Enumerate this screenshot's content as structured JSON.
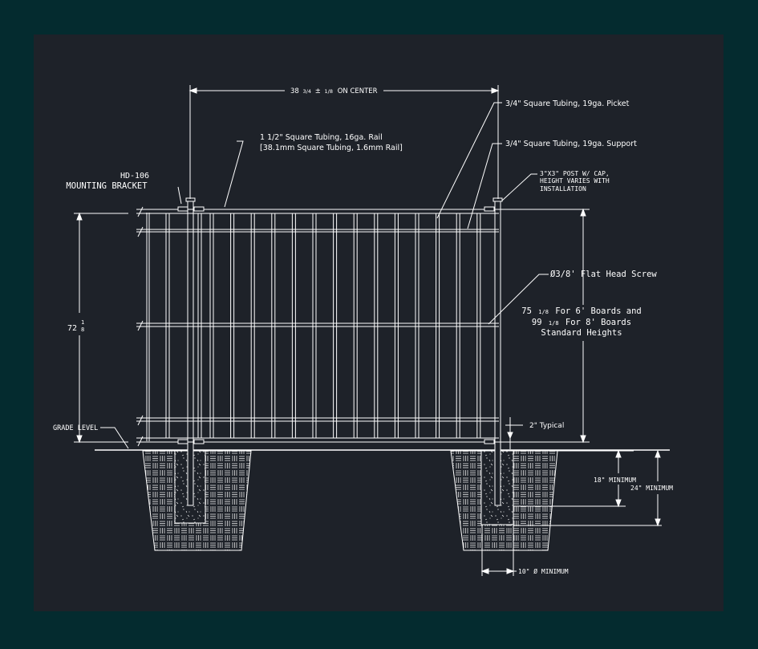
{
  "colors": {
    "frame": "#042b2f",
    "canvas": "#1e2229",
    "line": "#ffffff"
  },
  "labels": {
    "on_center": {
      "main": "38",
      "frac": "3/4",
      "mid": "±",
      "tol": "1/8",
      "tail": "ON CENTER"
    },
    "picket": "3/4\" Square Tubing, 19ga. Picket",
    "rail_line1": "1 1/2\" Square Tubing, 16ga. Rail",
    "rail_line2": "[38.1mm Square Tubing, 1.6mm Rail]",
    "support": "3/4\" Square Tubing, 19ga. Support",
    "bracket_line1": "HD-106",
    "bracket_line2": "MOUNTING BRACKET",
    "post_line1": "3\"X3\" POST W/ CAP,",
    "post_line2": "HEIGHT VARIES WITH",
    "post_line3": "INSTALLATION",
    "screw": "Ø3/8' Flat Head Screw",
    "height": {
      "main": "72",
      "num": "1",
      "den": "8"
    },
    "boards": {
      "line1_a": "75",
      "line1_frac": "1/8",
      "line1_b": "For 6' Boards and",
      "line2_a": "99",
      "line2_frac": "1/8",
      "line2_b": "For 8' Boards",
      "line3": "Standard Heights"
    },
    "grade": "GRADE LEVEL",
    "typical": "2\" Typical",
    "min18": "18\" MINIMUM",
    "min24": "24\" MINIMUM",
    "dia": "10\" Ø MINIMUM"
  }
}
